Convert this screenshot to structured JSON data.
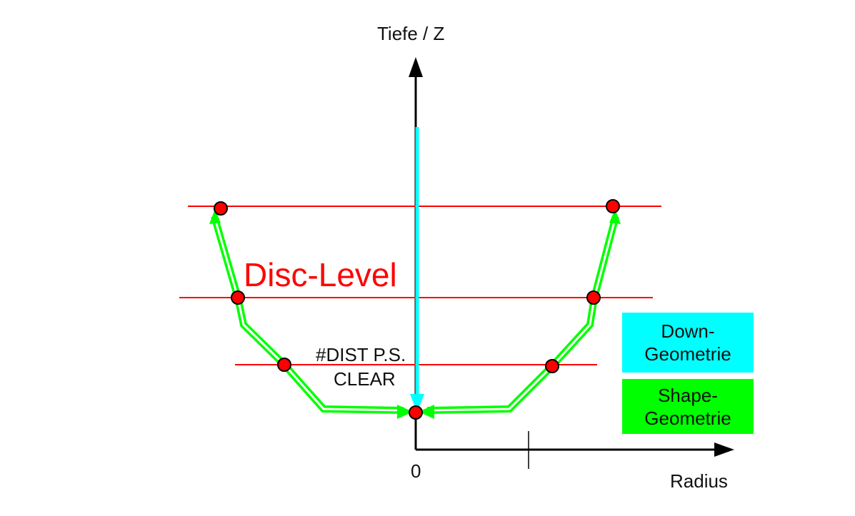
{
  "axes": {
    "y_label": "Tiefe / Z",
    "x_label": "Radius",
    "origin_label": "0"
  },
  "annotations": {
    "disc_level": "Disc-Level",
    "dist_line1": "#DIST P.S.",
    "dist_line2": "CLEAR"
  },
  "legend": {
    "down_line1": "Down-",
    "down_line2": "Geometrie",
    "shape_line1": "Shape-",
    "shape_line2": "Geometrie"
  },
  "colors": {
    "axis": "#000000",
    "level_line": "#ff0000",
    "point_fill": "#ff0000",
    "down": "#00ffff",
    "shape": "#00ff00"
  }
}
